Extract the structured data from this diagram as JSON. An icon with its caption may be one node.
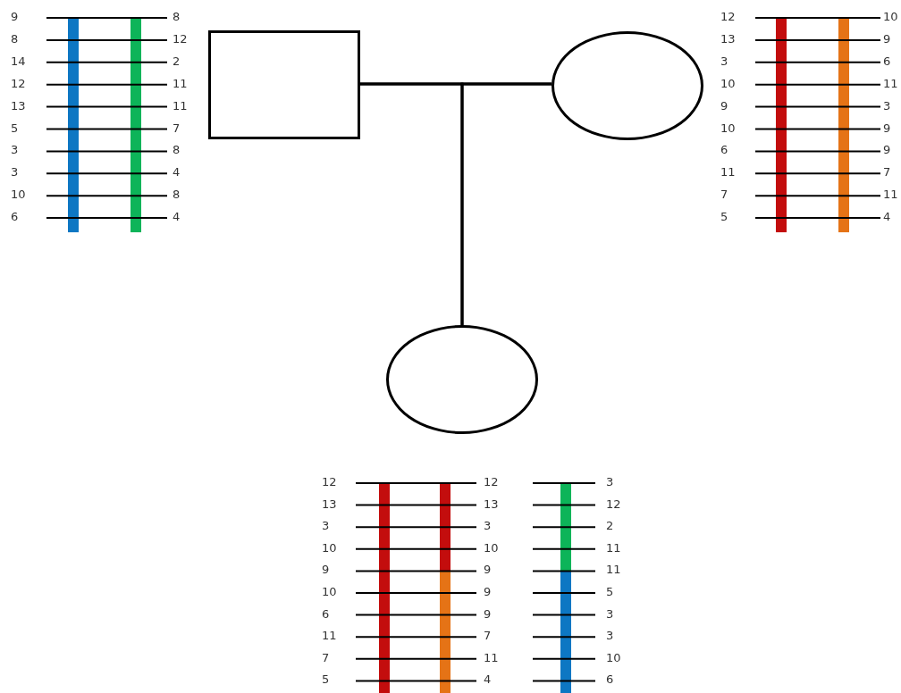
{
  "diagram": {
    "nodes": [
      {
        "text": [],
        "shape": "box"
      },
      {
        "text": [],
        "shape": "circle"
      },
      {
        "text": [],
        "shape": "circle"
      }
    ],
    "edges": [
      {
        "from": 0,
        "to": 1,
        "arrow": "none"
      },
      {
        "from": 0,
        "to": 2,
        "arrow": "none"
      },
      {
        "from": 1,
        "to": 2,
        "arrow": "none"
      }
    ],
    "labels": [
      "9",
      "8",
      "8",
      "12",
      "14",
      "2",
      "12",
      "11",
      "13",
      "11",
      "5",
      "7",
      "3",
      "8",
      "3",
      "4",
      "10",
      "8",
      "6",
      "4",
      "12",
      "10",
      "13",
      "9",
      "3",
      "6",
      "10",
      "11",
      "9",
      "3",
      "10",
      "9",
      "6",
      "9",
      "11",
      "7",
      "7",
      "11",
      "5",
      "4",
      "12",
      "12",
      "3",
      "13",
      "13",
      "12",
      "3",
      "3",
      "2",
      "10",
      "10",
      "11",
      "9",
      "9",
      "11",
      "10",
      "9",
      "5",
      "6",
      "9",
      "3",
      "11",
      "7",
      "3",
      "7",
      "11",
      "10",
      "5",
      "4",
      "6"
    ]
  }
}
